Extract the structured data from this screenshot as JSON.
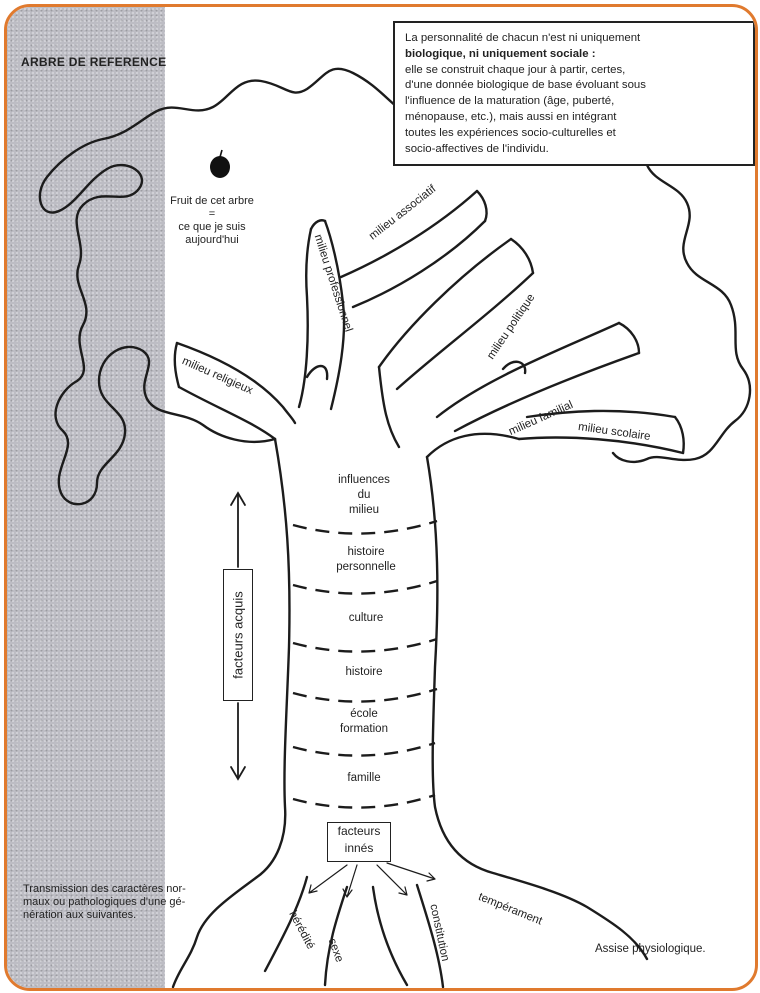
{
  "diagram": {
    "title": "ARBRE DE REFERENCE",
    "info_box": {
      "lines": [
        "La personnalité de chacun n'est ni uniquement",
        "biologique, ni uniquement sociale :",
        "elle se construit chaque jour à partir, certes,",
        "d'une donnée biologique de base évoluant sous",
        "l'influence de la maturation (âge, puberté,",
        "ménopause, etc.), mais aussi en intégrant",
        "toutes les expériences socio-culturelles et",
        "socio-affectives de l'individu."
      ]
    },
    "fruit_caption": {
      "lines": [
        "Fruit de cet arbre",
        "=",
        "ce que je suis",
        "aujourd'hui"
      ]
    },
    "branches": {
      "associatif": "milieu associatif",
      "professionnel": "milieu professionnel",
      "politique": "milieu politique",
      "religieux": "milieu religieux",
      "familial": "milieu familial",
      "scolaire": "milieu scolaire"
    },
    "trunk": {
      "influences": [
        "influences",
        "du",
        "milieu"
      ],
      "histoire_perso": [
        "histoire",
        "personnelle"
      ],
      "culture": "culture",
      "histoire": "histoire",
      "ecole": [
        "école",
        "formation"
      ],
      "famille": "famille"
    },
    "acquis_label": "facteurs acquis",
    "innes_label": [
      "facteurs",
      "innés"
    ],
    "roots": {
      "heredite": "hérédité",
      "sexe": "sexe",
      "constitution": "constitution",
      "temperament": "tempérament"
    },
    "transmission": {
      "lines": [
        "Transmission des caractères nor-",
        "maux ou pathologiques d'une gé-",
        "nération aux suivantes."
      ]
    },
    "assise": "Assise physiologique."
  }
}
